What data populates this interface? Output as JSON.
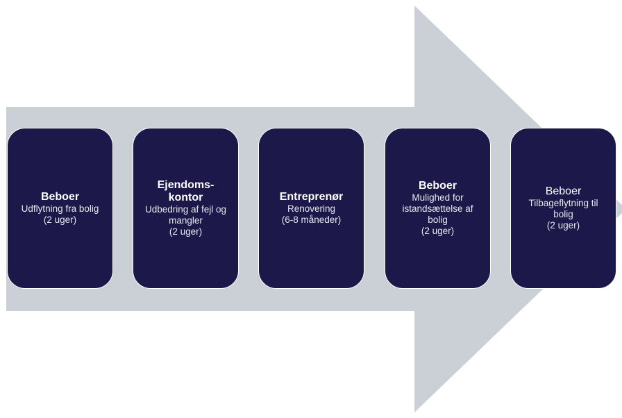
{
  "colors": {
    "arrow": "#cbcfd6",
    "box": "#1c1849",
    "text": "#ffffff"
  },
  "steps": [
    {
      "title": "Beboer",
      "lines": [
        "Udflytning fra bolig",
        "(2 uger)"
      ]
    },
    {
      "title": "Ejendoms-\nkontor",
      "lines": [
        "Udbedring af fejl og mangler",
        "(2 uger)"
      ]
    },
    {
      "title": "Entreprenør",
      "lines": [
        "Renovering",
        "(6-8 måneder)"
      ]
    },
    {
      "title": "Beboer",
      "lines": [
        "Mulighed for istandsættelse af bolig",
        "(2 uger)"
      ]
    },
    {
      "title": "Beboer",
      "lines": [
        "Tilbageflytning til bolig",
        "(2 uger)"
      ]
    }
  ]
}
